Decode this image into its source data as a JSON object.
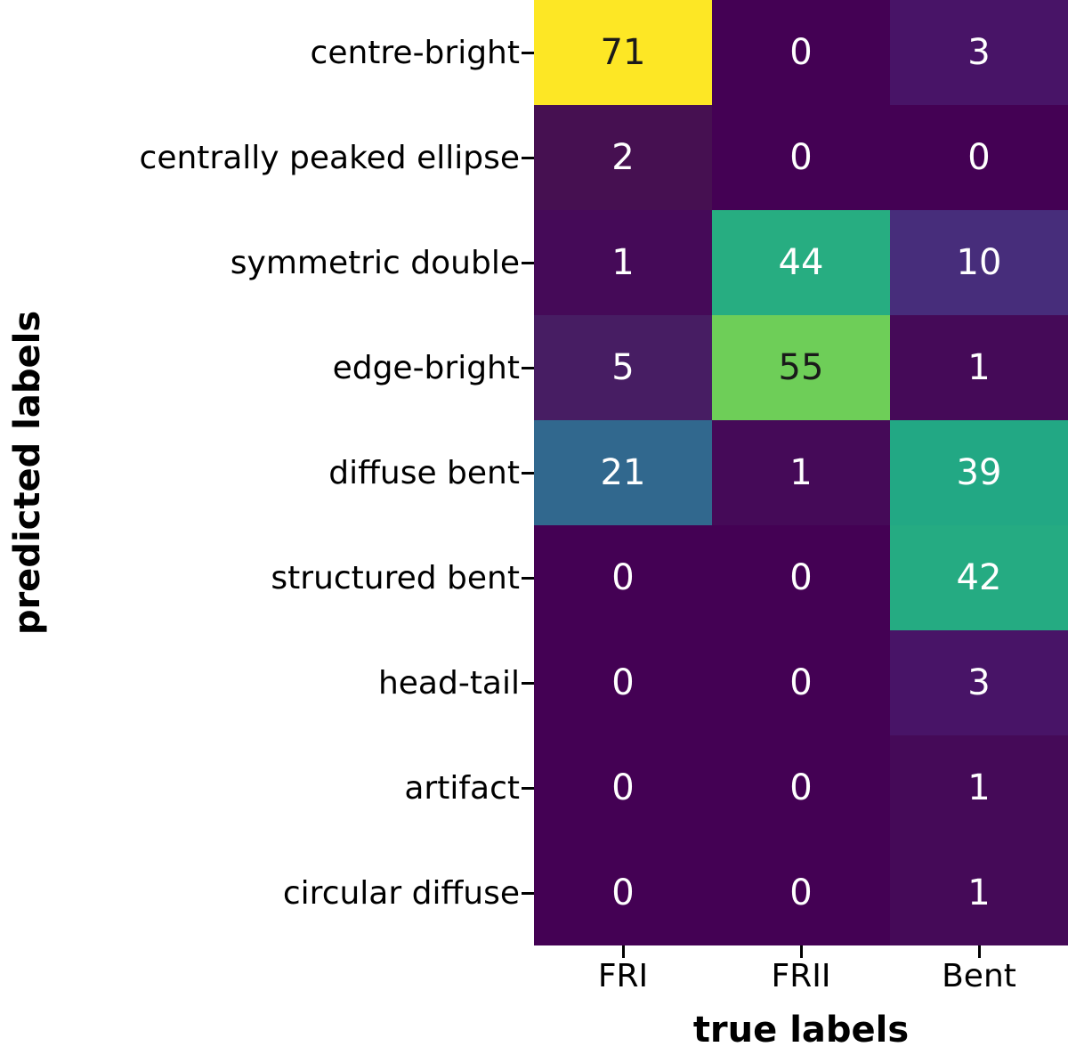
{
  "chart_data": {
    "type": "heatmap",
    "title": "",
    "xlabel": "true labels",
    "ylabel": "predicted labels",
    "colormap": "viridis",
    "grid": false,
    "legend": "none",
    "vmin": 0,
    "vmax": 71,
    "x_categories": [
      "FRI",
      "FRII",
      "Bent"
    ],
    "y_categories": [
      "centre-bright",
      "centrally peaked ellipse",
      "symmetric double",
      "edge-bright",
      "diffuse bent",
      "structured bent",
      "head-tail",
      "artifact",
      "circular diffuse"
    ],
    "rows": [
      {
        "label": "centre-bright",
        "values": [
          71,
          0,
          3
        ],
        "colors": [
          "#fde725",
          "#440154",
          "#481467"
        ],
        "text_colors": [
          "#1a1a1a",
          "#ffffff",
          "#ffffff"
        ]
      },
      {
        "label": "centrally peaked ellipse",
        "values": [
          2,
          0,
          0
        ],
        "colors": [
          "#461051",
          "#440154",
          "#440154"
        ],
        "text_colors": [
          "#ffffff",
          "#ffffff",
          "#ffffff"
        ]
      },
      {
        "label": "symmetric double",
        "values": [
          1,
          44,
          10
        ],
        "colors": [
          "#450a58",
          "#27ad81",
          "#472d7b"
        ],
        "text_colors": [
          "#ffffff",
          "#ffffff",
          "#ffffff"
        ]
      },
      {
        "label": "edge-bright",
        "values": [
          5,
          55,
          1
        ],
        "colors": [
          "#471d63",
          "#6ece58",
          "#450a58"
        ],
        "text_colors": [
          "#ffffff",
          "#1a1a1a",
          "#ffffff"
        ]
      },
      {
        "label": "diffuse bent",
        "values": [
          21,
          1,
          39
        ],
        "colors": [
          "#31688e",
          "#450a58",
          "#22a884"
        ],
        "text_colors": [
          "#ffffff",
          "#ffffff",
          "#ffffff"
        ]
      },
      {
        "label": "structured bent",
        "values": [
          0,
          0,
          42
        ],
        "colors": [
          "#440154",
          "#440154",
          "#25ab82"
        ],
        "text_colors": [
          "#ffffff",
          "#ffffff",
          "#ffffff"
        ]
      },
      {
        "label": "head-tail",
        "values": [
          0,
          0,
          3
        ],
        "colors": [
          "#440154",
          "#440154",
          "#481467"
        ],
        "text_colors": [
          "#ffffff",
          "#ffffff",
          "#ffffff"
        ]
      },
      {
        "label": "artifact",
        "values": [
          0,
          0,
          1
        ],
        "colors": [
          "#440154",
          "#440154",
          "#450a58"
        ],
        "text_colors": [
          "#ffffff",
          "#ffffff",
          "#ffffff"
        ]
      },
      {
        "label": "circular diffuse",
        "values": [
          0,
          0,
          1
        ],
        "colors": [
          "#440154",
          "#440154",
          "#450a58"
        ],
        "text_colors": [
          "#ffffff",
          "#ffffff",
          "#ffffff"
        ]
      }
    ]
  }
}
